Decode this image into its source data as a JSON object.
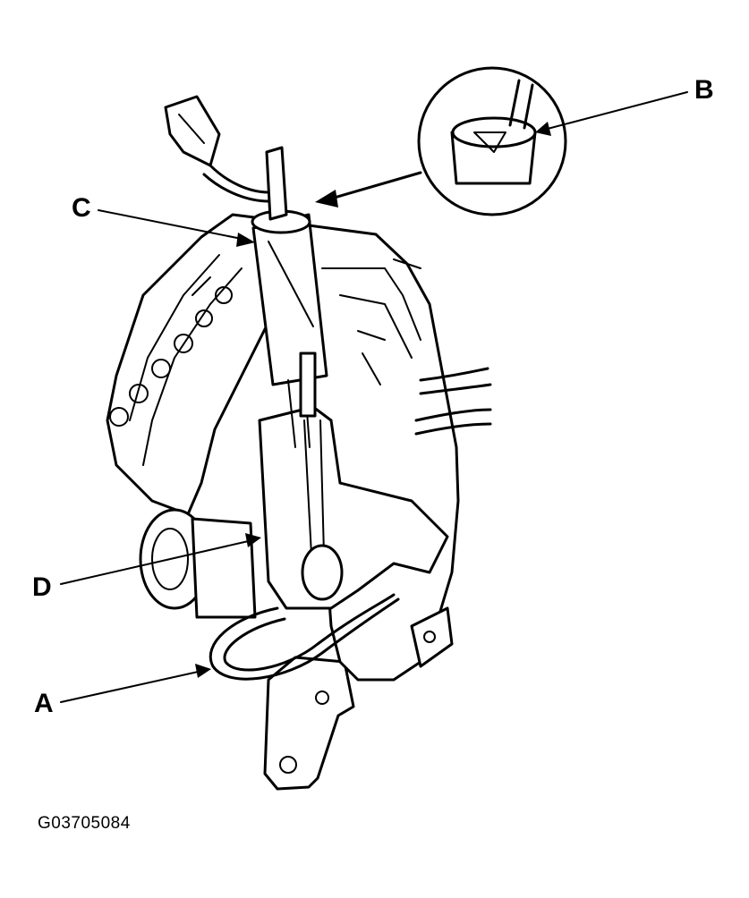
{
  "callouts": {
    "a": "A",
    "b": "B",
    "c": "C",
    "d": "D"
  },
  "figure_code": "G03705084",
  "icons": [
    "shift-lever-assembly",
    "detail-magnifier-circle",
    "cable-connector"
  ]
}
